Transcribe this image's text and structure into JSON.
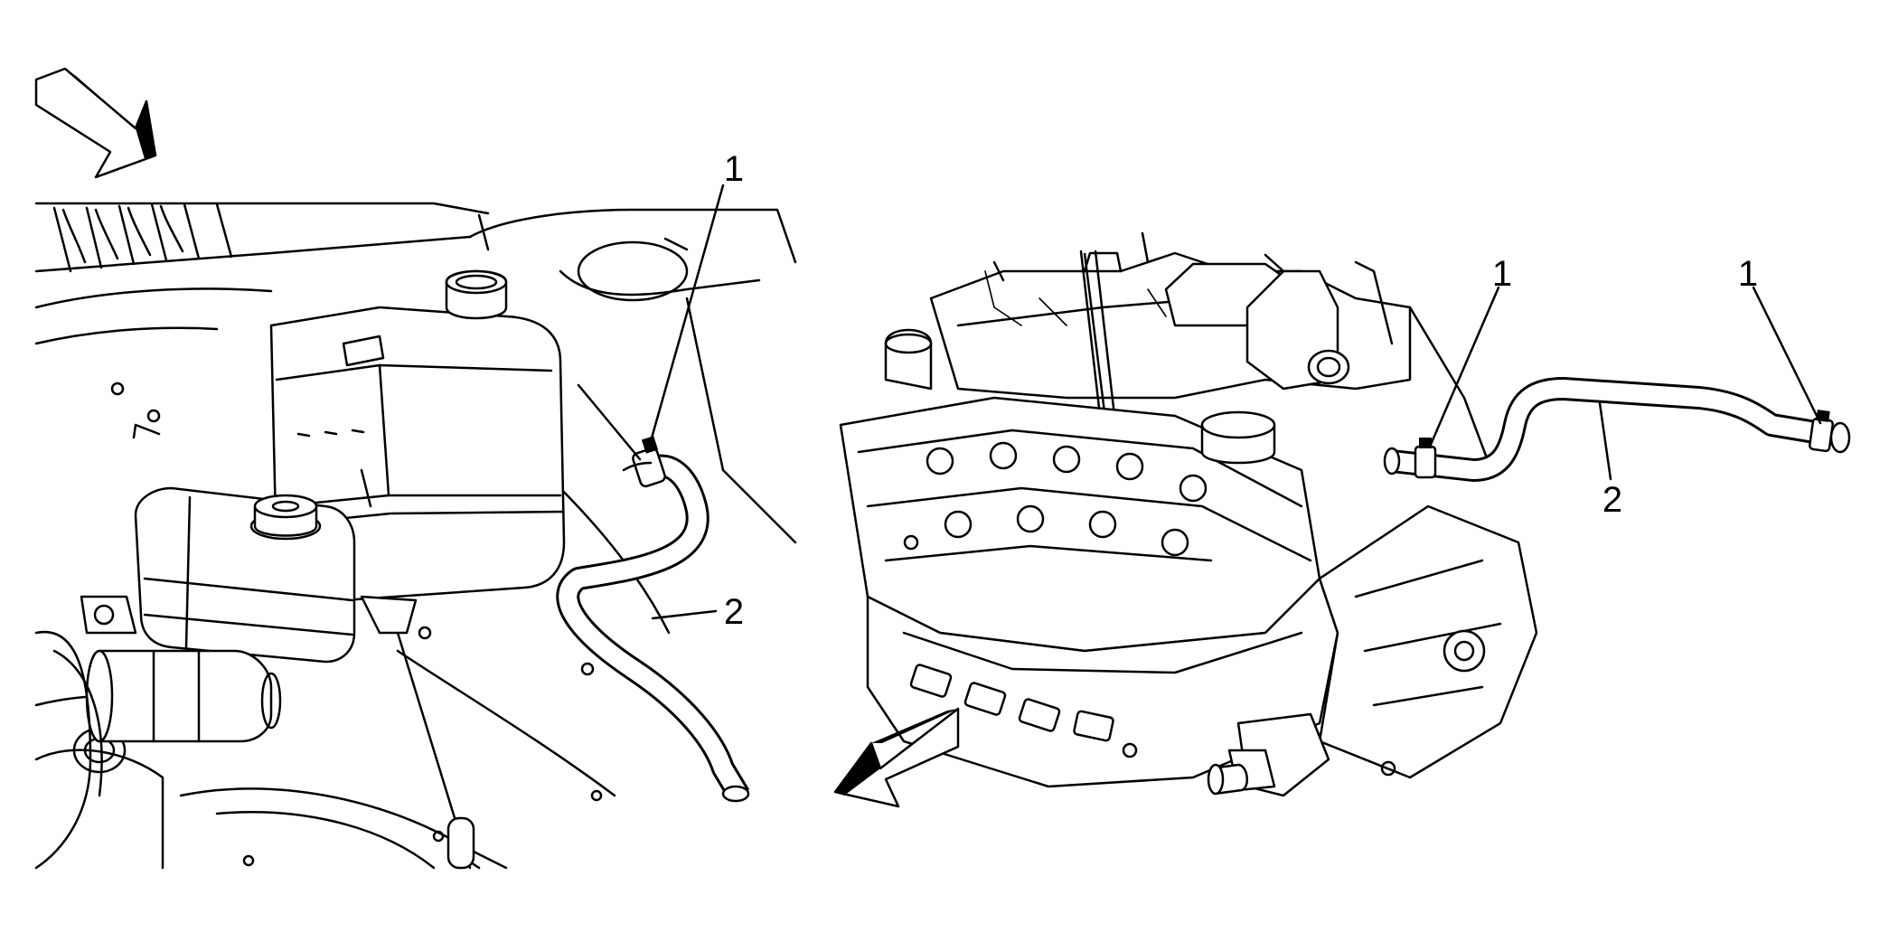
{
  "panels": [
    {
      "id": "left",
      "callouts": [
        {
          "id": "left-callout-1",
          "label": "1"
        },
        {
          "id": "left-callout-2",
          "label": "2"
        }
      ]
    },
    {
      "id": "right",
      "callouts": [
        {
          "id": "right-callout-1a",
          "label": "1"
        },
        {
          "id": "right-callout-1b",
          "label": "1"
        },
        {
          "id": "right-callout-2",
          "label": "2"
        }
      ]
    }
  ],
  "icons": {
    "left_direction": "direction-arrow-icon",
    "right_direction": "direction-arrow-icon"
  },
  "colors": {
    "line": "#000000",
    "background": "#ffffff"
  }
}
